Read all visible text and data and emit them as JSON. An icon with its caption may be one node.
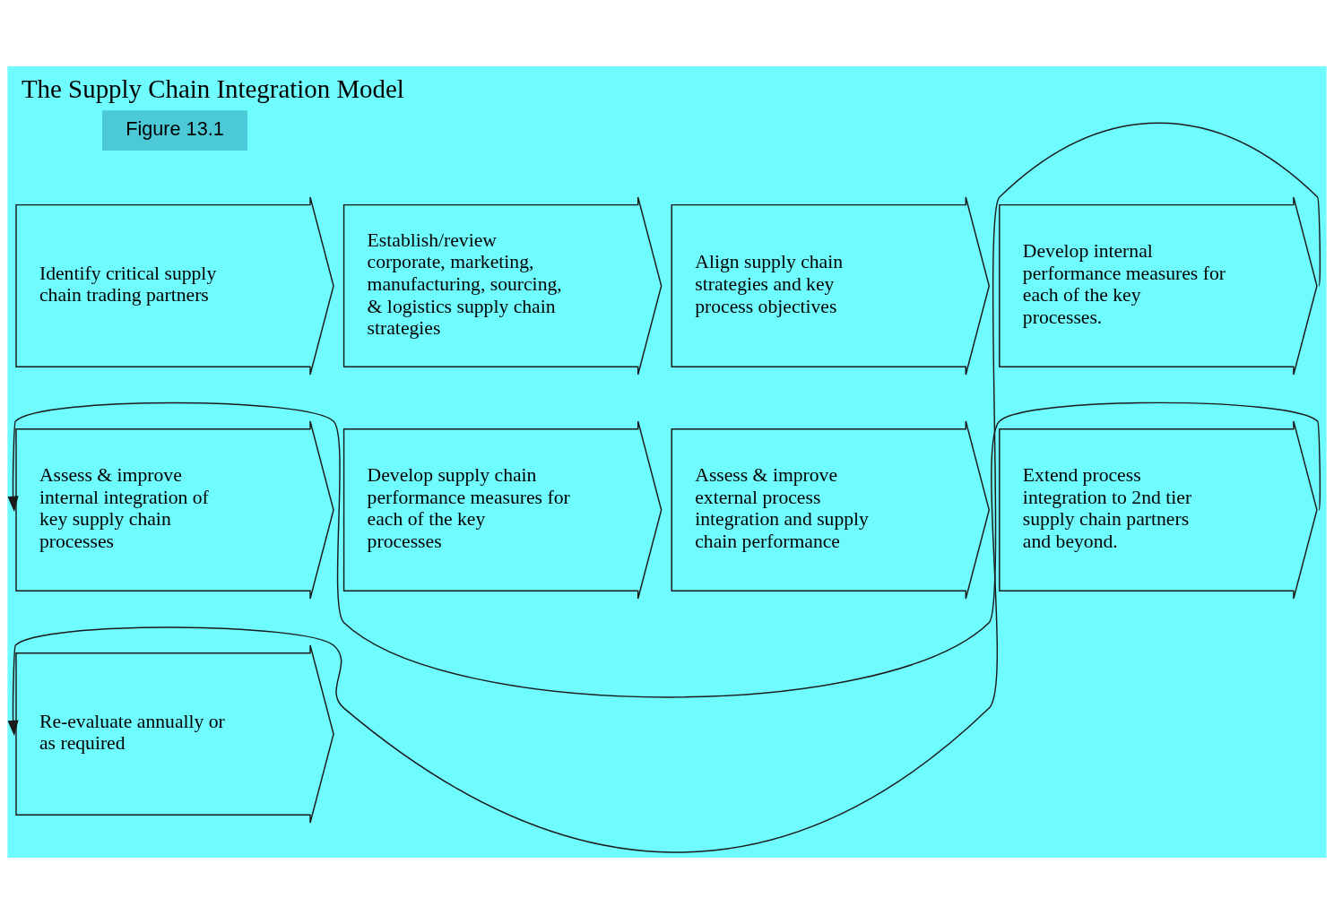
{
  "diagram": {
    "title": "The Supply Chain Integration Model",
    "nodes": [
      {
        "text": [
          "Identify critical supply chain trading partners"
        ]
      },
      {
        "text": [
          "Establish/review corporate, marketing, manufacturing, sourcing, & logistics supply chain strategies"
        ]
      },
      {
        "text": [
          "Align supply chain strategies and key process objectives"
        ]
      },
      {
        "text": [
          "Develop internal performance measures for each of the key processes."
        ]
      },
      {
        "text": [
          "Assess & improve internal integration of key supply chain processes"
        ]
      },
      {
        "text": [
          "Develop supply chain performance measures for each of the key processes"
        ]
      },
      {
        "text": [
          "Assess & improve external process integration and supply chain performance"
        ]
      },
      {
        "text": [
          "Extend process integration to 2nd tier supply chain partners and beyond."
        ]
      },
      {
        "text": [
          "Re-evaluate annually or as required"
        ]
      }
    ],
    "edges": [
      {
        "from": 3,
        "to": 4,
        "arrow": "to"
      },
      {
        "from": 7,
        "to": 8,
        "arrow": "to"
      }
    ],
    "labels": [
      "Figure 13.1"
    ]
  }
}
